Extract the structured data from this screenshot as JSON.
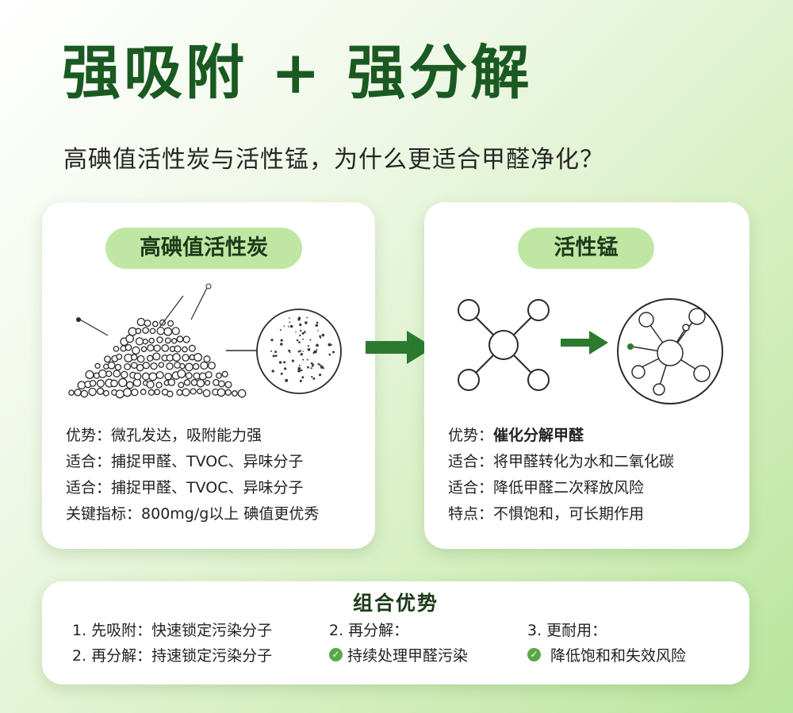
{
  "header": {
    "title": "强吸附 + 强分解",
    "subtitle": "高碘值活性炭与活性锰，为什么更适合甲醛净化？"
  },
  "left_card": {
    "label": "高碘值活性炭",
    "lines": [
      {
        "prefix": "优势：",
        "text": "微孔发达，吸附能力强"
      },
      {
        "prefix": "适合：",
        "text": "捕捉甲醛、TVOC、异味分子"
      },
      {
        "prefix": "适合：",
        "text": "捕捉甲醛、TVOC、异味分子"
      },
      {
        "prefix": "关键指标：",
        "text": "800mg/g以上 碘值更优秀"
      }
    ]
  },
  "right_card": {
    "label": "活性锰",
    "lines": [
      {
        "prefix": "优势：",
        "text": "催化分解甲醛"
      },
      {
        "prefix": "适合：",
        "text": "将甲醛转化为水和二氧化碳"
      },
      {
        "prefix": "适合：",
        "text": "降低甲醛二次释放风险"
      },
      {
        "prefix": "特点：",
        "text": "不惧饱和，可长期作用"
      }
    ]
  },
  "bottom_card": {
    "title": "组合优势",
    "col1": [
      "1. 先吸附：快速锁定污染分子",
      "2. 再分解：持速锁定污染分子"
    ],
    "col2": [
      "2. 再分解：",
      "持续处理甲醛污染"
    ],
    "col3": [
      "3. 更耐用：",
      "降低饱和和失效风险"
    ]
  },
  "icons": {
    "arrow": "right-arrow-icon",
    "check": "check-circle-icon",
    "carbon": "carbon-granule-pile-icon",
    "pore": "micropore-circle-icon",
    "molecule": "molecule-network-icon"
  },
  "colors": {
    "title_green": "#1a5a22",
    "arrow_green": "#2b7a2f",
    "pill_green": "#bfe7a3",
    "check_green": "#5aa845"
  }
}
